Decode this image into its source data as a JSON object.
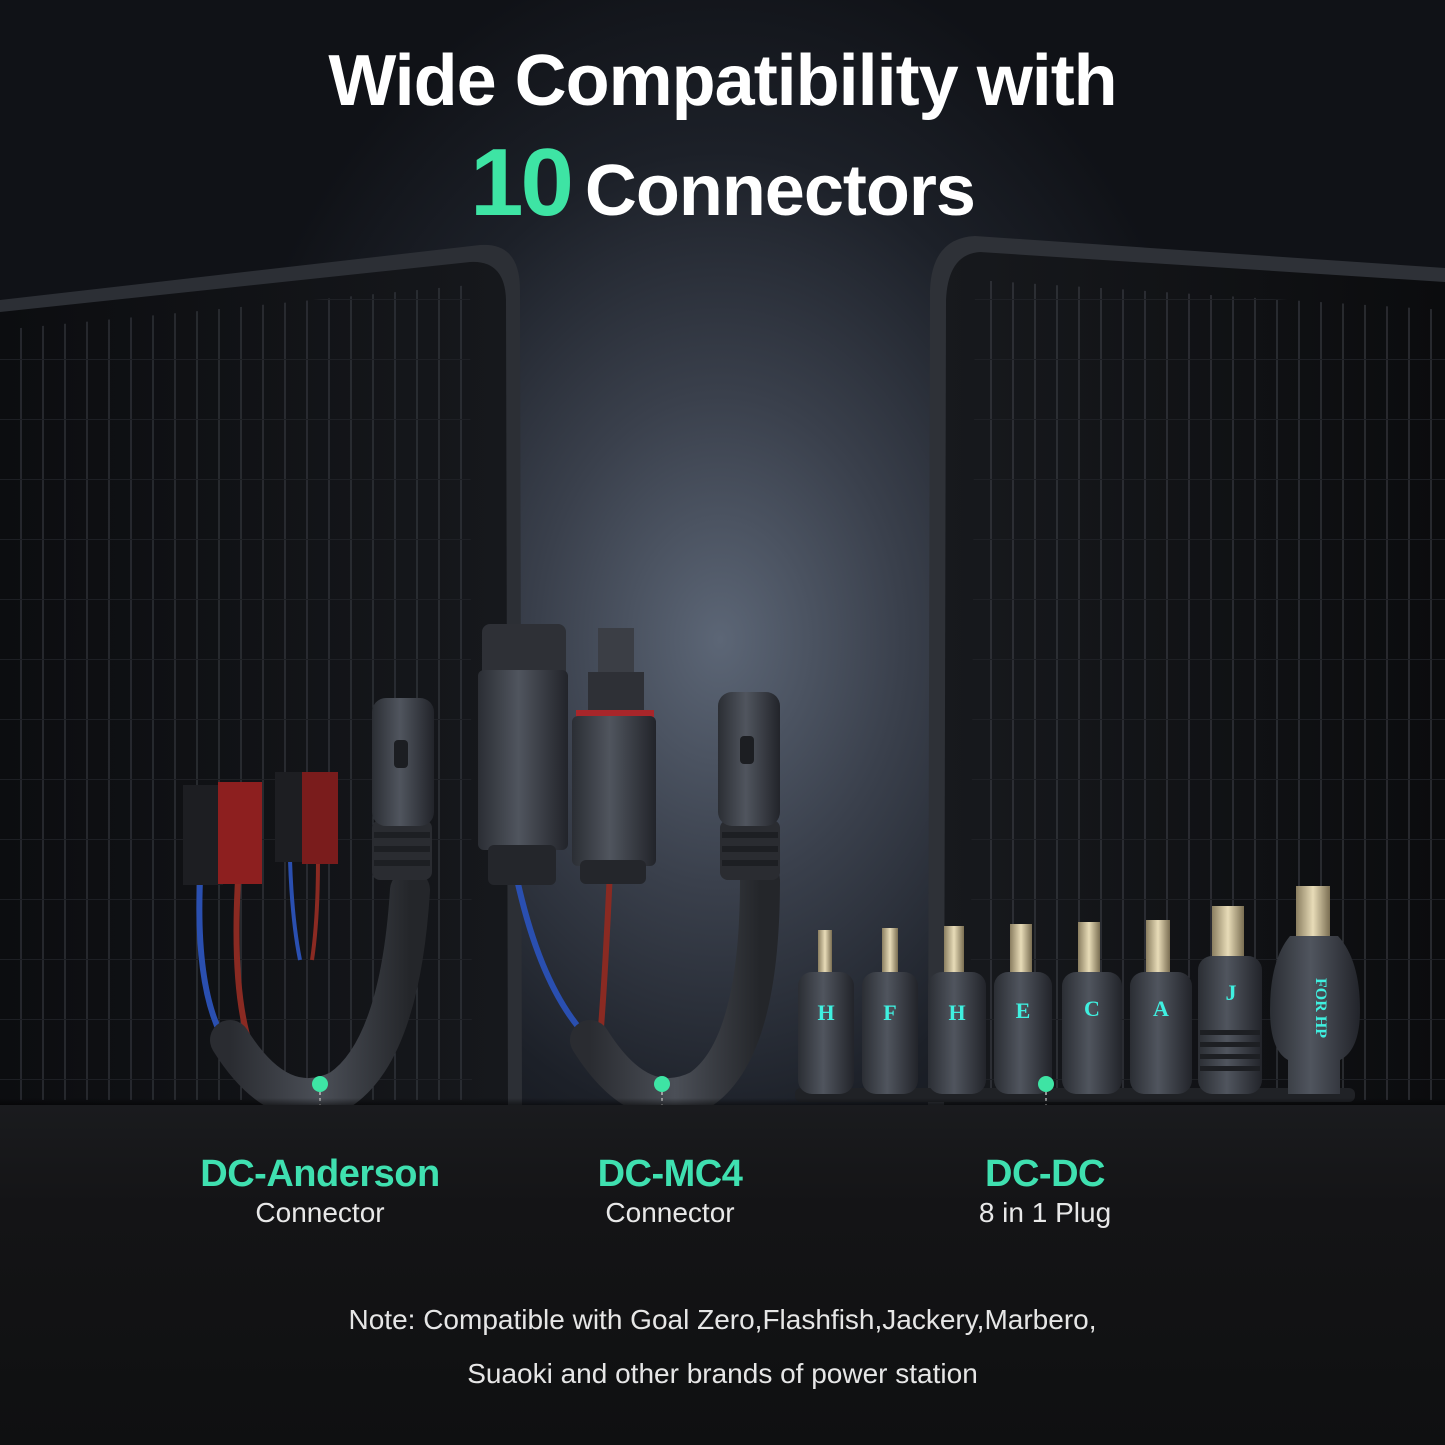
{
  "headline": {
    "line1": "Wide Compatibility with",
    "number": "10",
    "line2": "Connectors"
  },
  "connectors": [
    {
      "name": "DC-Anderson",
      "sub": "Connector"
    },
    {
      "name": "DC-MC4",
      "sub": "Connector"
    },
    {
      "name": "DC-DC",
      "sub": "8 in 1 Plug"
    }
  ],
  "plug_tips": [
    "H",
    "F",
    "H",
    "E",
    "C",
    "A",
    "J",
    "FOR HP"
  ],
  "note": {
    "line1": "Note: Compatible with Goal Zero,Flashfish,Jackery,Marbero,",
    "line2": "Suaoki and other brands of power station"
  },
  "colors": {
    "accent": "#3ee4a4",
    "label": "#3fe0b0",
    "background": "#0e1016"
  }
}
